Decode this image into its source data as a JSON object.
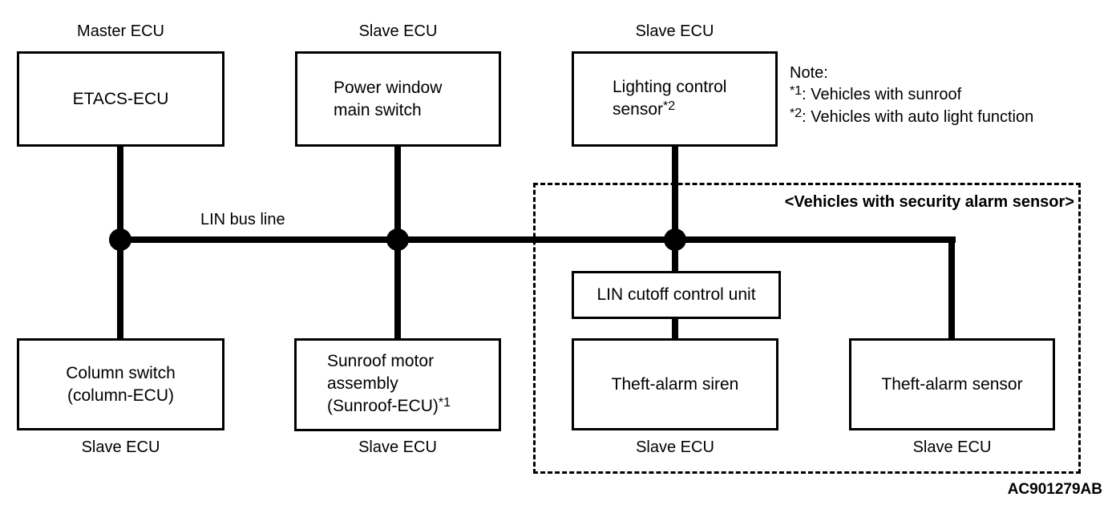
{
  "diagram": {
    "bus_label": "LIN bus line",
    "security_group_label": "<Vehicles with security alarm sensor>",
    "watermark": "AC901279AB",
    "note": {
      "title": "Note:",
      "items": [
        {
          "sup": "*1",
          "text": ": Vehicles with sunroof"
        },
        {
          "sup": "*2",
          "text": ": Vehicles with auto light function"
        }
      ]
    },
    "nodes": {
      "etacs": {
        "role": "Master ECU",
        "lines": [
          {
            "text": "ETACS-ECU"
          }
        ]
      },
      "power_window": {
        "role": "Slave ECU",
        "lines": [
          {
            "text": "Power window"
          },
          {
            "text": "main switch"
          }
        ]
      },
      "lighting": {
        "role": "Slave ECU",
        "lines": [
          {
            "text": "Lighting control"
          },
          {
            "text": "sensor",
            "sup": "*2"
          }
        ]
      },
      "column_switch": {
        "role": "Slave ECU",
        "lines": [
          {
            "text": "Column switch"
          },
          {
            "text": "(column-ECU)"
          }
        ]
      },
      "sunroof": {
        "role": "Slave ECU",
        "lines": [
          {
            "text": "Sunroof motor"
          },
          {
            "text": "assembly"
          },
          {
            "text": "(Sunroof-ECU)",
            "sup": "*1"
          }
        ]
      },
      "lin_cutoff": {
        "lines": [
          {
            "text": "LIN cutoff control unit"
          }
        ]
      },
      "theft_siren": {
        "role": "Slave ECU",
        "lines": [
          {
            "text": "Theft-alarm siren"
          }
        ]
      },
      "theft_sensor": {
        "role": "Slave ECU",
        "lines": [
          {
            "text": "Theft-alarm sensor"
          }
        ]
      }
    },
    "colors": {
      "line": "#000000",
      "background": "#ffffff"
    }
  }
}
